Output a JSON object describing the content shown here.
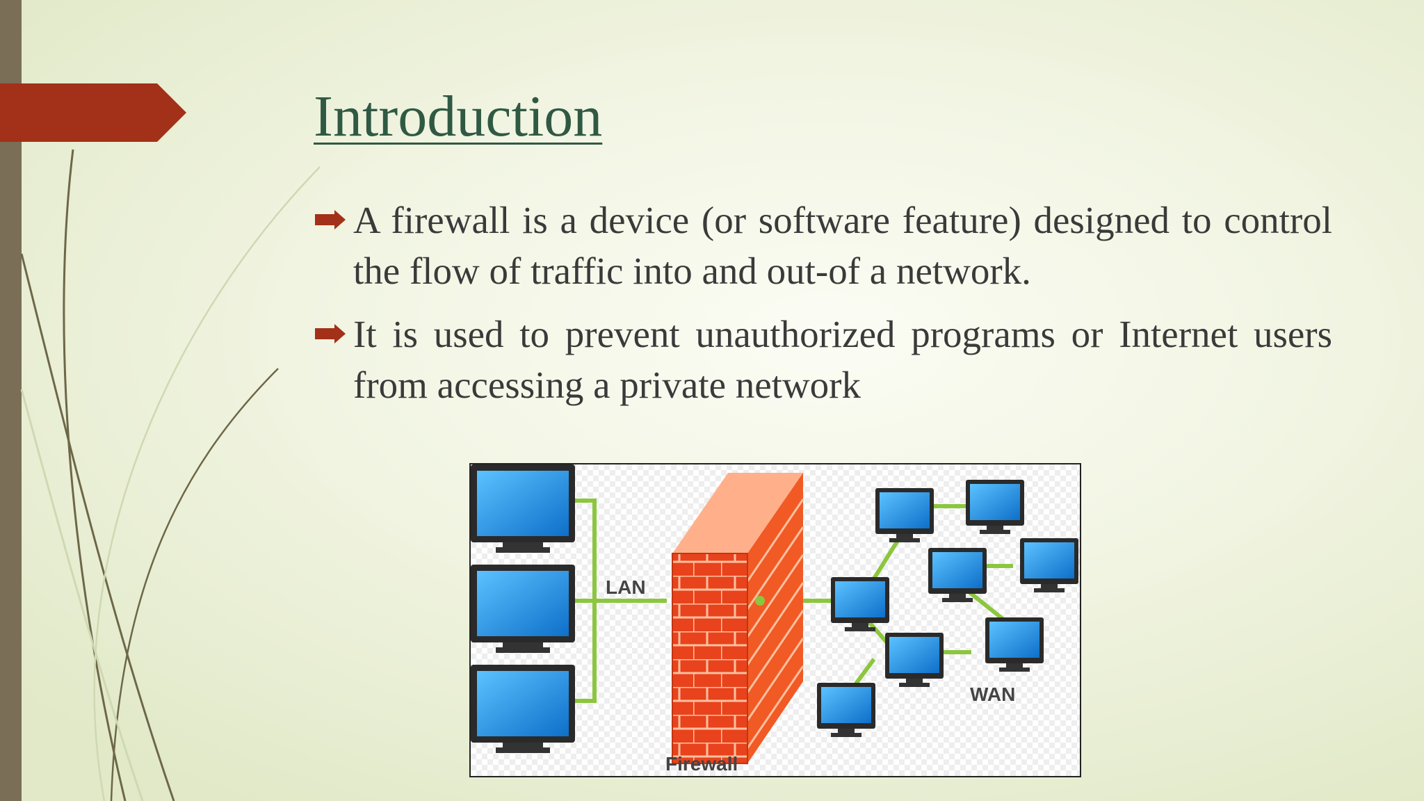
{
  "slide": {
    "title": "Introduction",
    "bullets": [
      "A firewall is a device (or software feature) designed to control the flow of traffic into and out-of a network.",
      " It is used to prevent unauthorized programs or Internet users from accessing a private network"
    ]
  },
  "diagram": {
    "labels": {
      "lan": "LAN",
      "wan": "WAN",
      "firewall": "Firewall"
    }
  },
  "colors": {
    "accent": "#a33018",
    "title": "#2f5943",
    "sidebar": "#7a6e56",
    "link": "#8cc63f",
    "screen": "#1b8ee0"
  }
}
